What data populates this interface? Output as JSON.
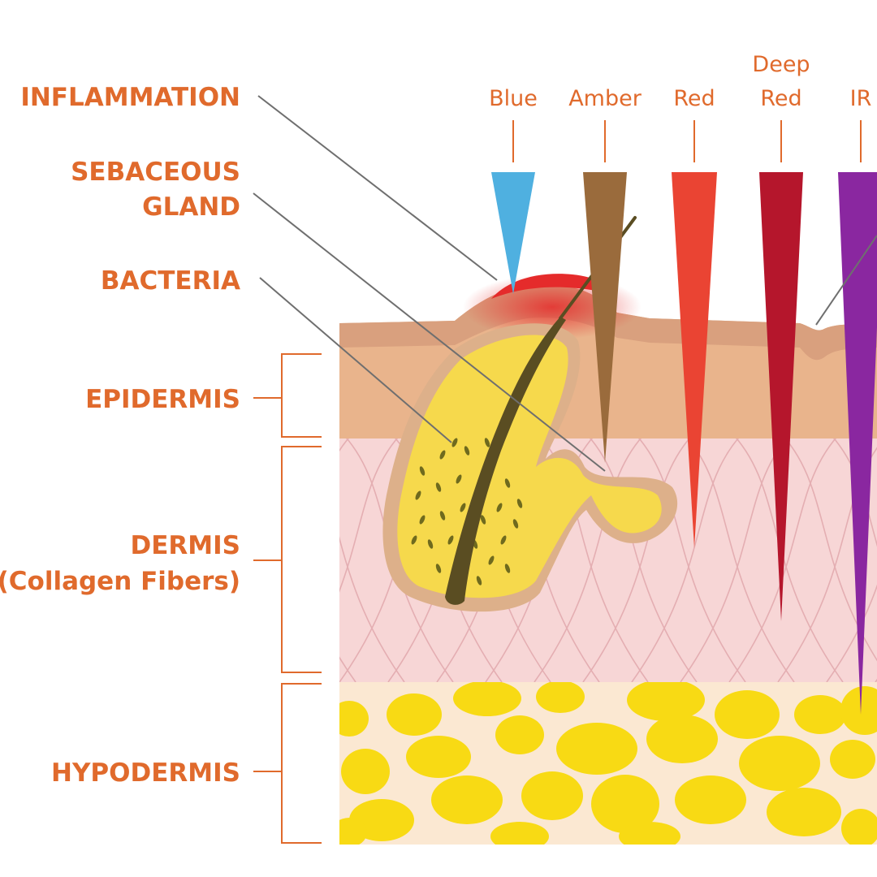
{
  "labels": {
    "inflammation": "INFLAMMATION",
    "sebaceous_line1": "SEBACEOUS",
    "sebaceous_line2": "GLAND",
    "bacteria": "BACTERIA",
    "epidermis": "EPIDERMIS",
    "dermis_line1": "DERMIS",
    "dermis_line2": "(Collagen Fibers)",
    "hypodermis": "HYPODERMIS"
  },
  "light_bands": [
    {
      "label": "Blue",
      "color": "#4fb0e0"
    },
    {
      "label": "Amber",
      "color": "#9a6b3c"
    },
    {
      "label": "Red",
      "color": "#ea4433"
    },
    {
      "label_line1": "Deep",
      "label_line2": "Red",
      "color": "#b5162c"
    },
    {
      "label": "IR",
      "color": "#8a27a0"
    }
  ],
  "colors": {
    "label_orange": "#e06a2c",
    "leader_gray": "#6f6f6f",
    "surface_layer": "#d9a07e",
    "epidermis": "#e9b48c",
    "dermis": "#f7d6d6",
    "dermis_fiber": "#e4aeb2",
    "hypodermis_bg": "#fbe8d2",
    "fat_cell": "#f8da14",
    "gland": "#f6d94c",
    "gland_rim": "#ddb08a",
    "hair": "#5a4d22",
    "bacteria_dot": "#6f6a1e",
    "inflamed": "#e52b2b"
  }
}
